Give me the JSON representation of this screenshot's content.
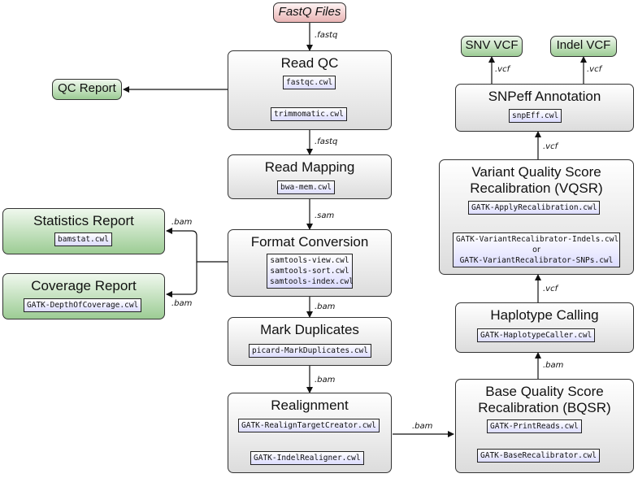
{
  "input": {
    "label": "FastQ Files"
  },
  "outputs": {
    "qc_report": "QC Report",
    "statistics_report": {
      "title": "Statistics Report",
      "file": "bamstat.cwl"
    },
    "coverage_report": {
      "title": "Coverage Report",
      "file": "GATK-DepthOfCoverage.cwl"
    },
    "snv_vcf": "SNV VCF",
    "indel_vcf": "Indel VCF"
  },
  "steps": {
    "read_qc": {
      "title": "Read QC",
      "files": [
        "fastqc.cwl",
        "trimmomatic.cwl"
      ]
    },
    "read_mapping": {
      "title": "Read Mapping",
      "files": [
        "bwa-mem.cwl"
      ]
    },
    "format_conversion": {
      "title": "Format Conversion",
      "files": [
        "samtools-view.cwl",
        "samtools-sort.cwl",
        "samtools-index.cwl"
      ]
    },
    "mark_duplicates": {
      "title": "Mark Duplicates",
      "files": [
        "picard-MarkDuplicates.cwl"
      ]
    },
    "realignment": {
      "title": "Realignment",
      "files": [
        "GATK-RealignTargetCreator.cwl",
        "GATK-IndelRealigner.cwl"
      ]
    },
    "bqsr": {
      "title_line1": "Base Quality Score",
      "title_line2": "Recalibration (BQSR)",
      "files": [
        "GATK-PrintReads.cwl",
        "GATK-BaseRecalibrator.cwl"
      ]
    },
    "haplotype_calling": {
      "title": "Haplotype Calling",
      "files": [
        "GATK-HaplotypeCaller.cwl"
      ]
    },
    "vqsr": {
      "title_line1": "Variant Quality Score",
      "title_line2": "Recalibration (VQSR)",
      "files": [
        "GATK-ApplyRecalibration.cwl",
        "GATK-VariantRecalibrator-Indels.cwl",
        "or",
        "GATK-VariantRecalibrator-SNPs.cwl"
      ]
    },
    "snpeff": {
      "title": "SNPeff Annotation",
      "files": [
        "snpEff.cwl"
      ]
    }
  },
  "edge_labels": {
    "fastq_1": ".fastq",
    "fastq_2": ".fastq",
    "sam": ".sam",
    "bam_stats": ".bam",
    "bam_cov": ".bam",
    "bam_1": ".bam",
    "bam_2": ".bam",
    "bam_3": ".bam",
    "bam_4": ".bam",
    "vcf_1": ".vcf",
    "vcf_2": ".vcf",
    "vcf_snv": ".vcf",
    "vcf_indel": ".vcf"
  },
  "colors": {
    "step_fill": "#dcdcdc",
    "output_fill": "#9ccc94",
    "input_fill": "#e9b4b4",
    "file_fill": "#dcdcff"
  }
}
